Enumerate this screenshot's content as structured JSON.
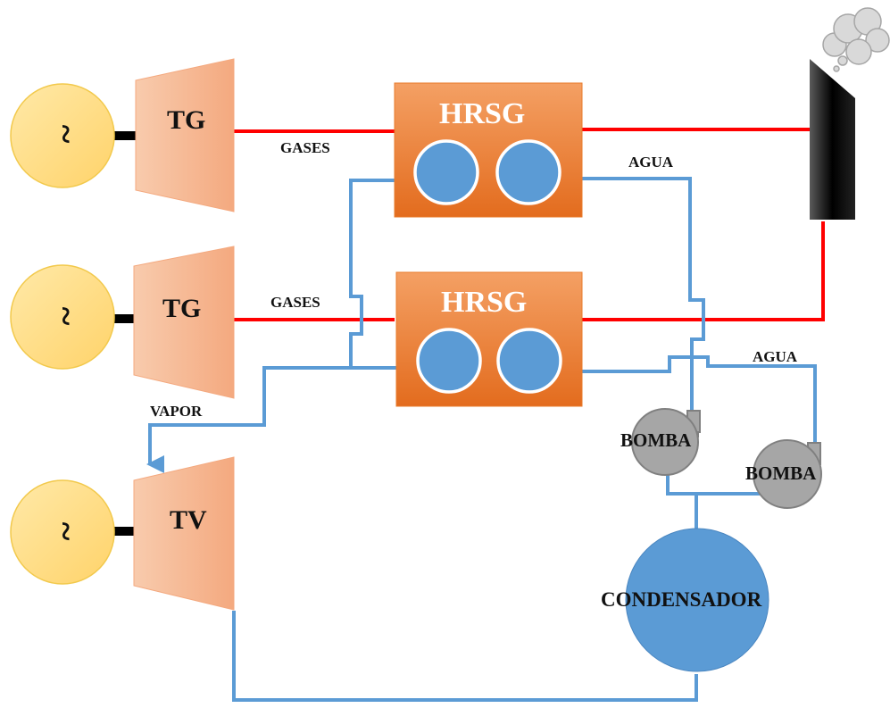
{
  "colors": {
    "gas_line": "#ff0000",
    "water_steam_line": "#5b9bd5",
    "generator_fill": "#ffd966",
    "turbine_fill": "#f4b183",
    "hrsg_fill": "#ed7d31",
    "tube_fill": "#5b9bd5",
    "pump_fill": "#a6a6a6",
    "condenser_fill": "#5b9bd5",
    "stack_fill": "#000000",
    "smoke_fill": "#d9d9d9"
  },
  "generators": [
    {
      "symbol": "~"
    },
    {
      "symbol": "~"
    },
    {
      "symbol": "~"
    }
  ],
  "turbines": {
    "gas_1": "TG",
    "gas_2": "TG",
    "steam": "TV"
  },
  "hrsg": {
    "top": "HRSG",
    "bottom": "HRSG"
  },
  "streams": {
    "gases_1": "GASES",
    "gases_2": "GASES",
    "agua_1": "AGUA",
    "agua_2": "AGUA",
    "vapor": "VAPOR"
  },
  "pumps": {
    "pump_1": "BOMBA",
    "pump_2": "BOMBA"
  },
  "condenser": "CONDENSADOR"
}
